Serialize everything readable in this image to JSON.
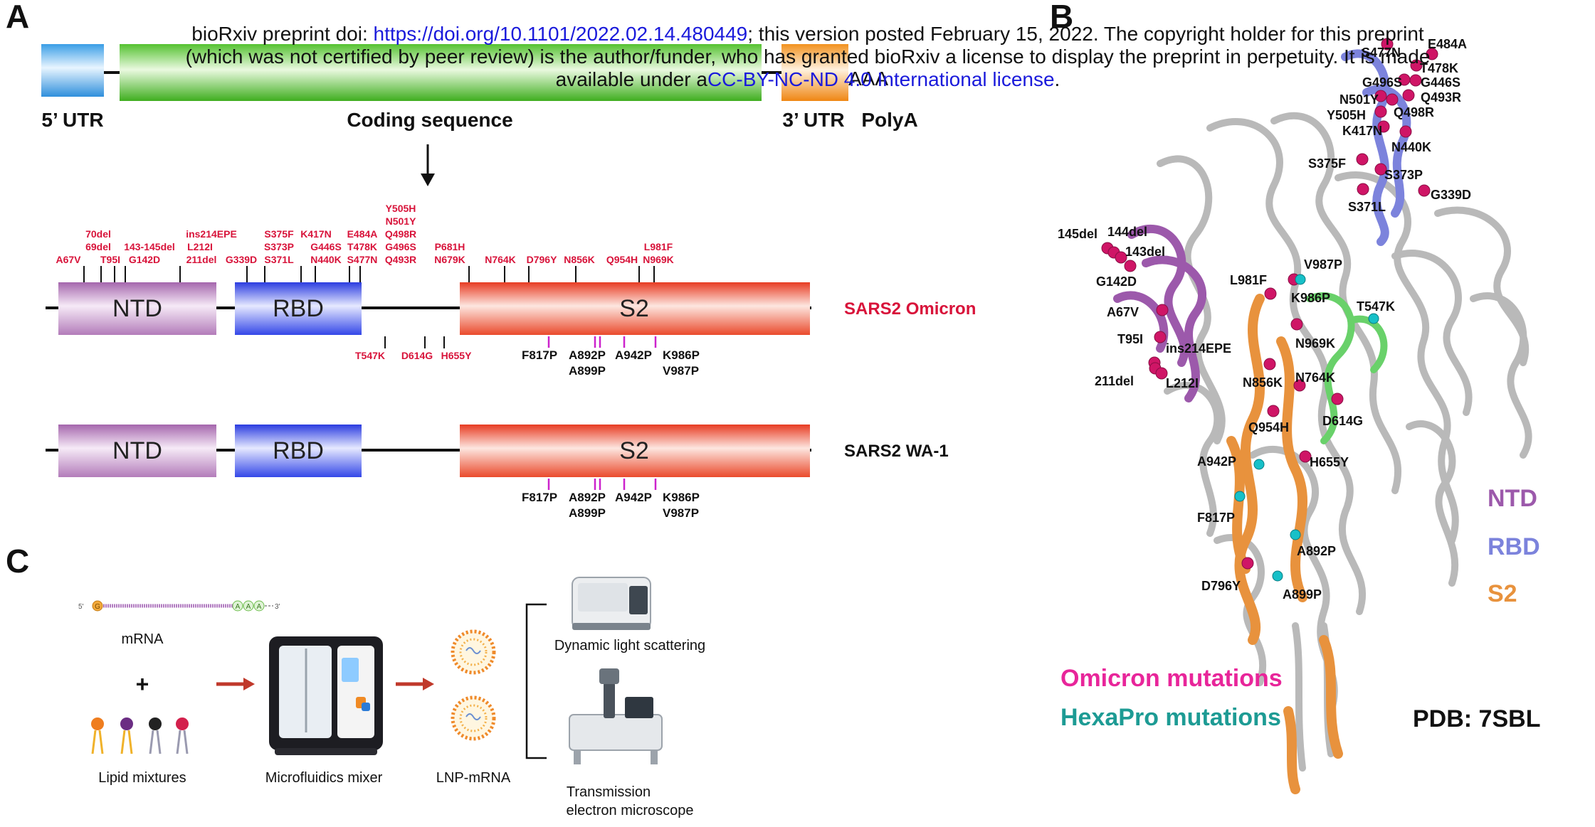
{
  "banner": {
    "line1_prefix": "bioRxiv preprint doi: ",
    "doi_link": "https://doi.org/10.1101/2022.02.14.480449",
    "line1_suffix": "; this version posted February 15, 2022. The copyright holder for this preprint",
    "line2": "(which was not certified by peer review) is the author/funder, who has granted bioRxiv a license to display the preprint in perpetuity. It is made",
    "line3_prefix": "available under a",
    "license_link": "CC-BY-NC-ND 4.0 International license",
    "line3_suffix": "."
  },
  "panels": {
    "a": "A",
    "b": "B",
    "c": "C"
  },
  "panel_a": {
    "utr5": "5’ UTR",
    "coding": "Coding sequence",
    "utr3": "3’ UTR",
    "polya": "PolyA",
    "polya_seq": "AAA",
    "domains": {
      "ntd": "NTD",
      "rbd": "RBD",
      "s2": "S2"
    },
    "construct_omicron": "SARS2 Omicron",
    "construct_wa1": "SARS2 WA-1",
    "colors": {
      "omicron": "#d8133a",
      "hexapro": "#cc22cc",
      "utr5": "#3aa0e8",
      "coding": "#55c231",
      "utr3": "#f2921f"
    },
    "omicron_top_labels": [
      {
        "lines": [
          "A67V"
        ]
      },
      {
        "lines": [
          "70del",
          "69del",
          "T95I"
        ]
      },
      {
        "lines": [
          "143-145del",
          "G142D"
        ]
      },
      {
        "lines": [
          "ins214EPE",
          "L212I",
          "211del"
        ]
      },
      {
        "lines": [
          "G339D"
        ]
      },
      {
        "lines": [
          "S375F",
          "S373P",
          "S371L"
        ]
      },
      {
        "lines": [
          "K417N",
          "G446S",
          "N440K"
        ]
      },
      {
        "lines": [
          "E484A",
          "T478K",
          "S477N"
        ]
      },
      {
        "lines": [
          "Y505H",
          "N501Y",
          "Q498R",
          "G496S",
          "Q493R"
        ]
      },
      {
        "lines": [
          "P681H",
          "N679K"
        ]
      },
      {
        "lines": [
          "N764K"
        ]
      },
      {
        "lines": [
          "D796Y"
        ]
      },
      {
        "lines": [
          "N856K"
        ]
      },
      {
        "lines": [
          "Q954H"
        ]
      },
      {
        "lines": [
          "L981F",
          "N969K"
        ]
      }
    ],
    "omicron_bottom_labels": [
      "T547K",
      "D614G",
      "H655Y"
    ],
    "hexapro_labels": {
      "f817p": "F817P",
      "a892p": "A892P",
      "a899p": "A899P",
      "a942p": "A942P",
      "k986p": "K986P",
      "v987p": "V987P"
    }
  },
  "panel_b": {
    "legend": {
      "ntd": "NTD",
      "rbd": "RBD",
      "s2": "S2"
    },
    "legend_colors": {
      "ntd": "#9c59ab",
      "rbd": "#7c83dc",
      "s2": "#e8923d"
    },
    "omicron_label": "Omicron mutations",
    "hexapro_label": "HexaPro mutations",
    "omicron_color": "#e8259a",
    "hexapro_color": "#1d9b94",
    "pdb": "PDB: 7SBL",
    "mutation_labels": [
      "S477N",
      "E484A",
      "T478K",
      "G496S",
      "G446S",
      "N501Y",
      "Q493R",
      "Y505H",
      "Q498R",
      "K417N",
      "N440K",
      "S375F",
      "S373P",
      "G339D",
      "S371L",
      "145del",
      "144del",
      "143del",
      "G142D",
      "A67V",
      "T95I",
      "ins214EPE",
      "211del",
      "L212I",
      "L981F",
      "V987P",
      "K986P",
      "T547K",
      "N969K",
      "N856K",
      "N764K",
      "D614G",
      "Q954H",
      "A942P",
      "H655Y",
      "F817P",
      "A892P",
      "D796Y",
      "A899P"
    ]
  },
  "panel_c": {
    "mrna": "mRNA",
    "plus": "+",
    "lipids": "Lipid mixtures",
    "mixer": "Microfluidics mixer",
    "lnp": "LNP-mRNA",
    "dls": "Dynamic light scattering",
    "tem_line1": "Transmission",
    "tem_line2": "electron microscope",
    "five_prime": "5'",
    "three_prime": "3'",
    "cap": "G",
    "polya_letter": "A"
  }
}
